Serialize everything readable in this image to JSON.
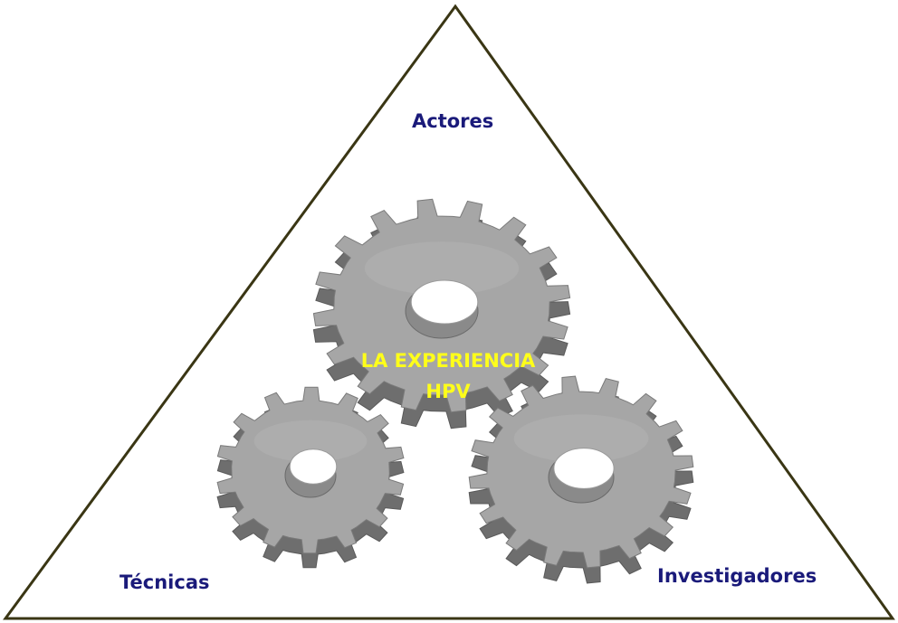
{
  "labels": {
    "top": "Actores",
    "bottom_left": "Técnicas",
    "bottom_right": "Investigadores"
  },
  "center": {
    "line1": "LA EXPERIENCIA",
    "line2": "HPV"
  },
  "colors": {
    "triangle_stroke": "#3a3614",
    "label_text": "#1a1a7a",
    "center_text": "#ffff1a",
    "gear_face": "#a6a6a6",
    "gear_side": "#6e6e6e",
    "gear_top": "#c4c4c4"
  },
  "gears": [
    {
      "name": "gear-top",
      "teeth": 16
    },
    {
      "name": "gear-left",
      "teeth": 14
    },
    {
      "name": "gear-right",
      "teeth": 16
    }
  ]
}
